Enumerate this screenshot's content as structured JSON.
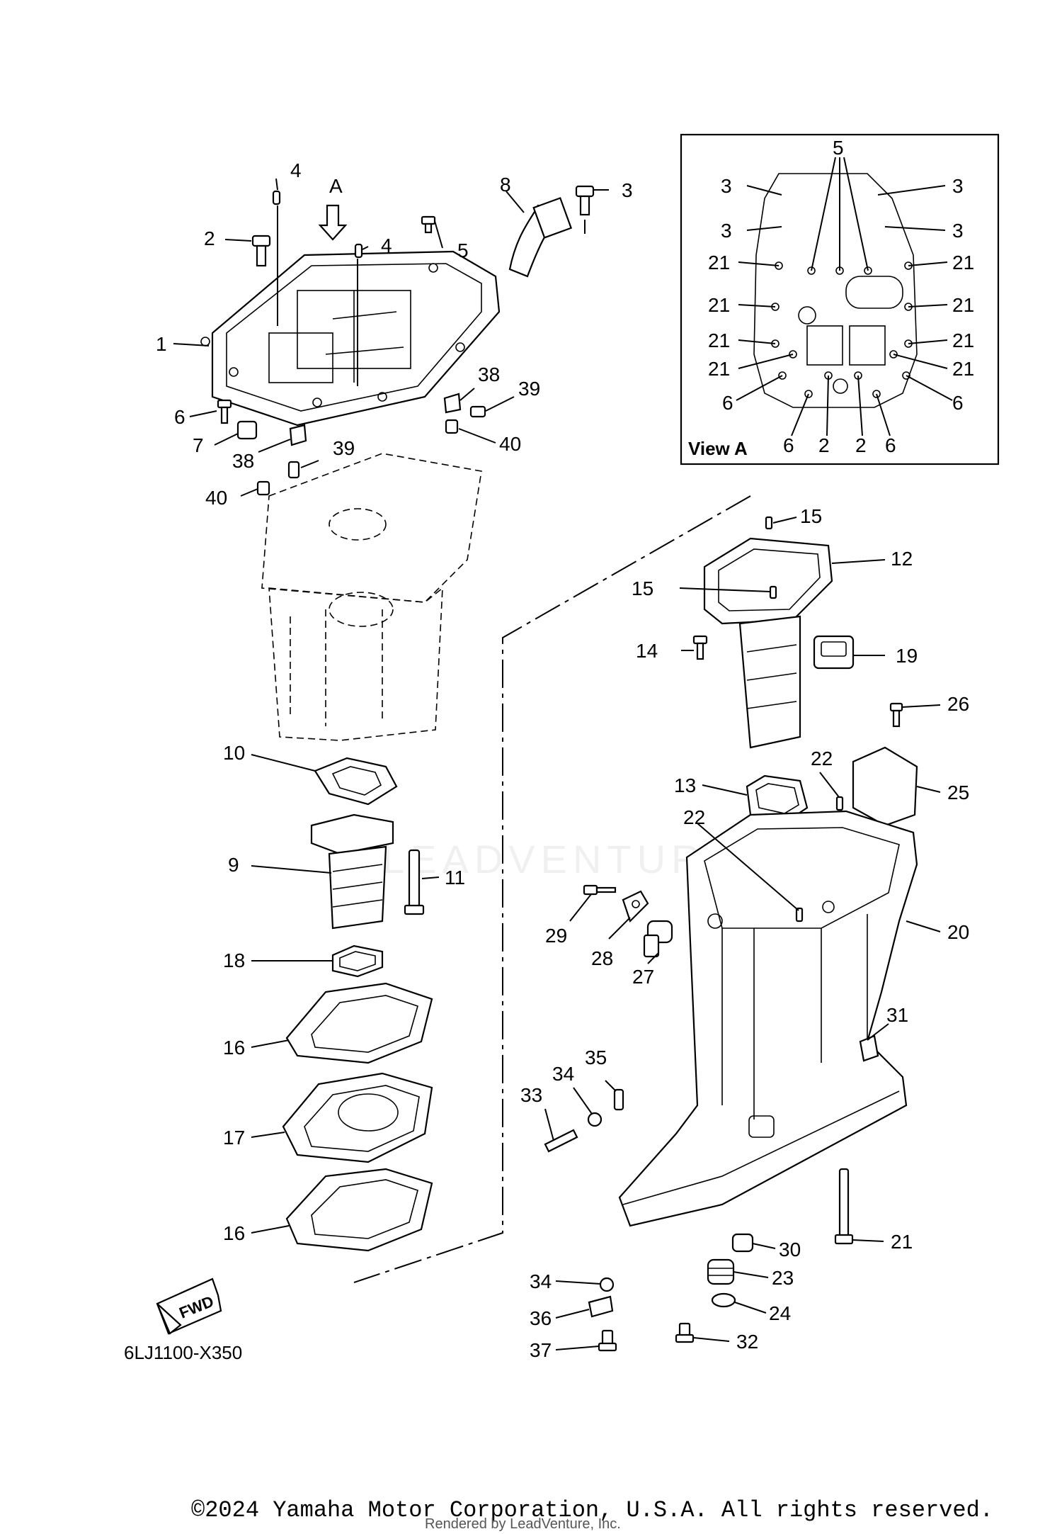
{
  "diagram": {
    "code": "6LJ1100-X350",
    "fwd_label": "FWD",
    "view_arrow_label": "A",
    "view_a_title": "View A",
    "callouts": {
      "c1": "1",
      "c2": "2",
      "c3": "3",
      "c4a": "4",
      "c4b": "4",
      "c5": "5",
      "c6": "6",
      "c7": "7",
      "c8": "8",
      "c9": "9",
      "c10": "10",
      "c11": "11",
      "c12": "12",
      "c13": "13",
      "c14": "14",
      "c15a": "15",
      "c15b": "15",
      "c16a": "16",
      "c16b": "16",
      "c17": "17",
      "c18": "18",
      "c19": "19",
      "c20": "20",
      "c21": "21",
      "c22a": "22",
      "c22b": "22",
      "c23": "23",
      "c24": "24",
      "c25": "25",
      "c26": "26",
      "c27": "27",
      "c28": "28",
      "c29": "29",
      "c30": "30",
      "c31": "31",
      "c32": "32",
      "c33": "33",
      "c34a": "34",
      "c34b": "34",
      "c35": "35",
      "c36": "36",
      "c37": "37",
      "c38a": "38",
      "c38b": "38",
      "c39a": "39",
      "c39b": "39",
      "c40a": "40",
      "c40b": "40"
    },
    "view_a_callouts": {
      "v5": "5",
      "v3a": "3",
      "v3b": "3",
      "v3c": "3",
      "v3d": "3",
      "v21a": "21",
      "v21b": "21",
      "v21c": "21",
      "v21d": "21",
      "v21e": "21",
      "v21f": "21",
      "v21g": "21",
      "v21h": "21",
      "v6a": "6",
      "v6b": "6",
      "v6c": "6",
      "v6d": "6",
      "v2a": "2",
      "v2b": "2"
    }
  },
  "footer": {
    "copyright": "©2024 Yamaha Motor Corporation, U.S.A. All rights reserved.",
    "rendered_by": "Rendered by LeadVenture, Inc."
  },
  "watermark": {
    "text": "LEADVENTURE"
  }
}
